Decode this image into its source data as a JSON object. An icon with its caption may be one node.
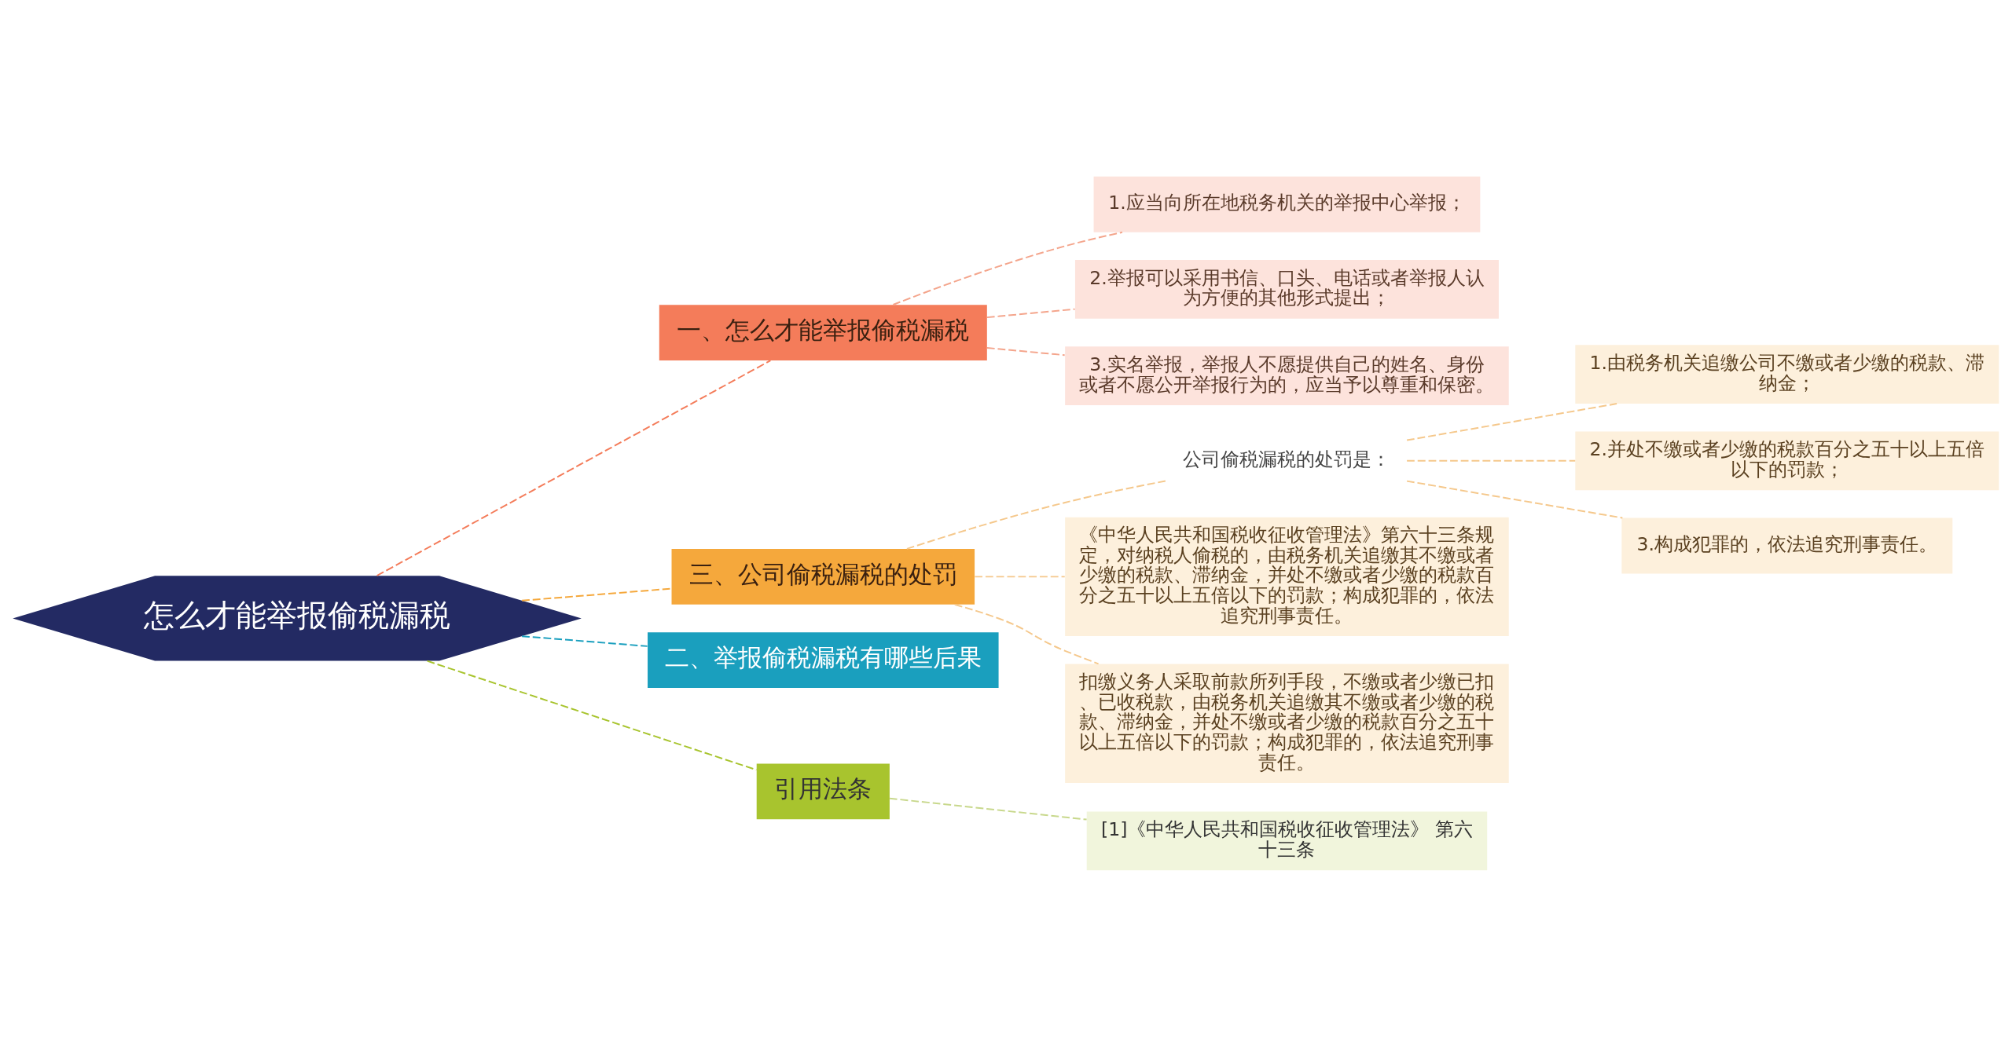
{
  "diagram": {
    "nodes": [
      {
        "text": [
          "怎么才能举报偷税漏税"
        ]
      },
      {
        "text": [
          "一、怎么才能举报偷税漏税"
        ]
      },
      {
        "text": [
          "1.应当向所在地税务机关的举报中心举报；"
        ]
      },
      {
        "text": [
          "2.举报可以采用书信、口头、电话或者举报人认为方便的其他形式提出；"
        ]
      },
      {
        "text": [
          "3.实名举报，举报人不愿提供自己的姓名、身份或者不愿公开举报行为的，应当予以尊重和保密。"
        ]
      },
      {
        "text": [
          "三、公司偷税漏税的处罚"
        ]
      },
      {
        "text": [
          "公司偷税漏税的处罚是："
        ]
      },
      {
        "text": [
          "1.由税务机关追缴公司不缴或者少缴的税款、滞纳金；"
        ]
      },
      {
        "text": [
          "2.并处不缴或者少缴的税款百分之五十以上五倍以下的罚款；"
        ]
      },
      {
        "text": [
          "3.构成犯罪的，依法追究刑事责任。"
        ]
      },
      {
        "text": [
          "《中华人民共和国税收征收管理法》第六十三条规定，对纳税人偷税的，由税务机关追缴其不缴或者少缴的税款、滞纳金，并处不缴或者少缴的税款百分之五十以上五倍以下的罚款；构成犯罪的，依法追究刑事责任。"
        ]
      },
      {
        "text": [
          "扣缴义务人采取前款所列手段，不缴或者少缴已扣、已收税款，由税务机关追缴其不缴或者少缴的税款、滞纳金，并处不缴或者少缴的税款百分之五十以上五倍以下的罚款；构成犯罪的，依法追究刑事责任。"
        ]
      },
      {
        "text": [
          "二、举报偷税漏税有哪些后果"
        ]
      },
      {
        "text": [
          "引用法条"
        ]
      },
      {
        "text": [
          "[1]《中华人民共和国税收征收管理法》 第六十三条"
        ]
      }
    ],
    "edges": [
      {
        "from": 0,
        "to": 1,
        "arrow": "none",
        "style": "dashed",
        "color": "#f47c5a"
      },
      {
        "from": 1,
        "to": 2,
        "arrow": "none",
        "style": "dashed",
        "color": "#f4a58c"
      },
      {
        "from": 1,
        "to": 3,
        "arrow": "none",
        "style": "dashed",
        "color": "#f4a58c"
      },
      {
        "from": 1,
        "to": 4,
        "arrow": "none",
        "style": "dashed",
        "color": "#f4a58c"
      },
      {
        "from": 0,
        "to": 5,
        "arrow": "none",
        "style": "dashed",
        "color": "#f5a83c"
      },
      {
        "from": 5,
        "to": 6,
        "arrow": "none",
        "style": "dashed",
        "color": "#f5c88c"
      },
      {
        "from": 6,
        "to": 7,
        "arrow": "none",
        "style": "dashed",
        "color": "#f5c88c"
      },
      {
        "from": 6,
        "to": 8,
        "arrow": "none",
        "style": "dashed",
        "color": "#f5c88c"
      },
      {
        "from": 6,
        "to": 9,
        "arrow": "none",
        "style": "dashed",
        "color": "#f5c88c"
      },
      {
        "from": 5,
        "to": 10,
        "arrow": "none",
        "style": "dashed",
        "color": "#f5c88c"
      },
      {
        "from": 5,
        "to": 11,
        "arrow": "none",
        "style": "dashed",
        "color": "#f5c88c"
      },
      {
        "from": 0,
        "to": 12,
        "arrow": "none",
        "style": "dashed",
        "color": "#1a9fbe"
      },
      {
        "from": 0,
        "to": 13,
        "arrow": "none",
        "style": "dashed",
        "color": "#a8c42e"
      },
      {
        "from": 13,
        "to": 14,
        "arrow": "none",
        "style": "dashed",
        "color": "#c8d88c"
      }
    ]
  }
}
